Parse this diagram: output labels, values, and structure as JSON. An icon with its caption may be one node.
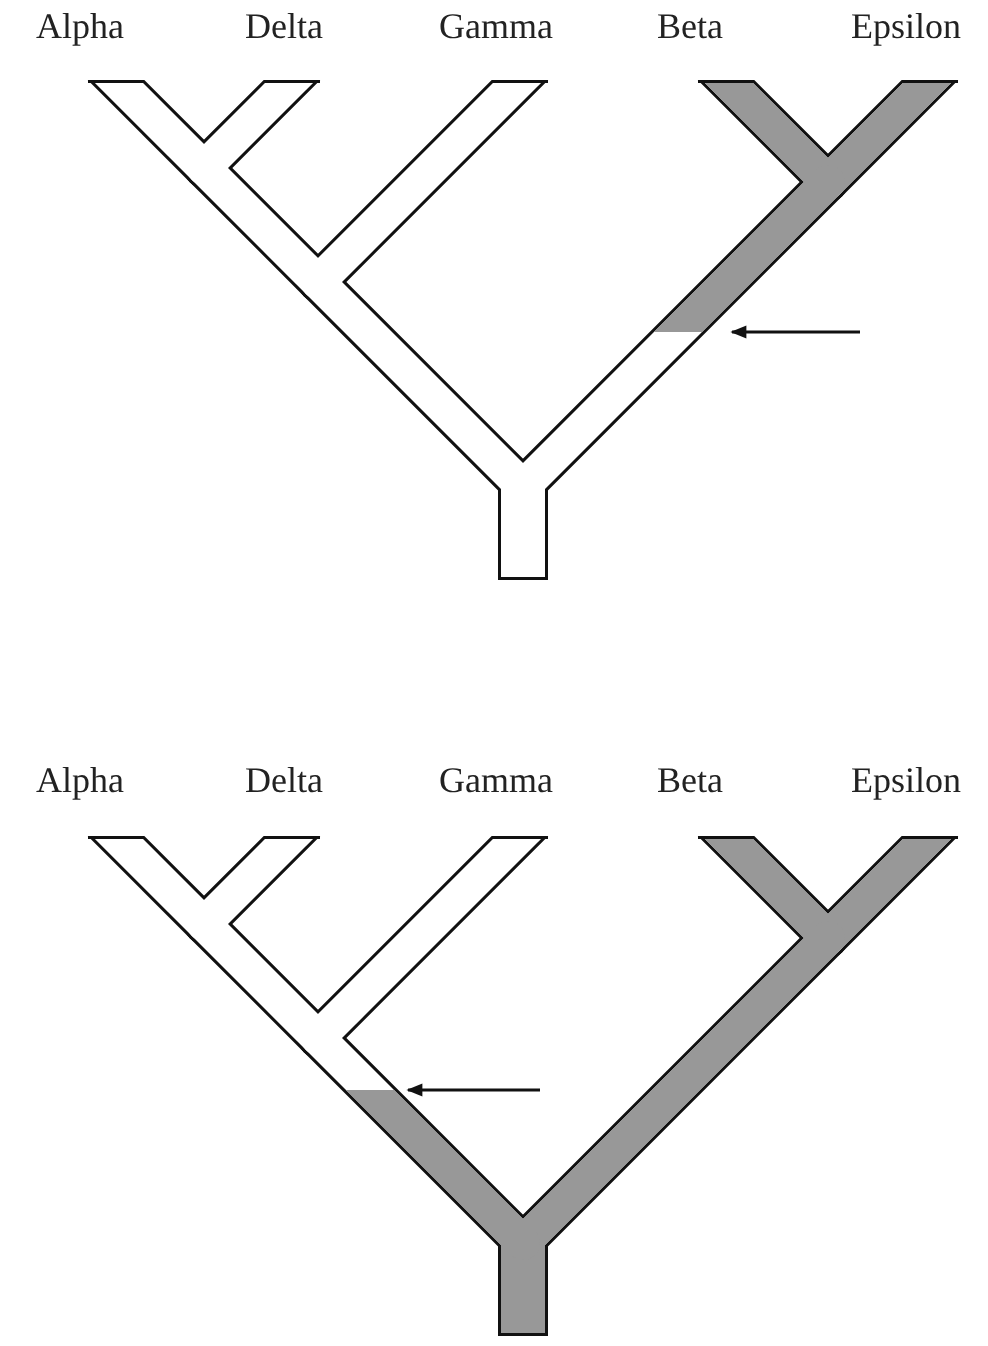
{
  "diagram": {
    "nodes": [
      {
        "text": [],
        "shape": "tree"
      },
      {
        "text": [],
        "shape": "tree"
      }
    ],
    "edges": [
      {
        "from": null,
        "to": 0,
        "arrow": "to"
      },
      {
        "from": null,
        "to": 1,
        "arrow": "to"
      }
    ],
    "labels": [
      "Alpha",
      "Delta",
      "Gamma",
      "Beta",
      "Epsilon",
      "Alpha",
      "Delta",
      "Gamma",
      "Beta",
      "Epsilon"
    ]
  }
}
